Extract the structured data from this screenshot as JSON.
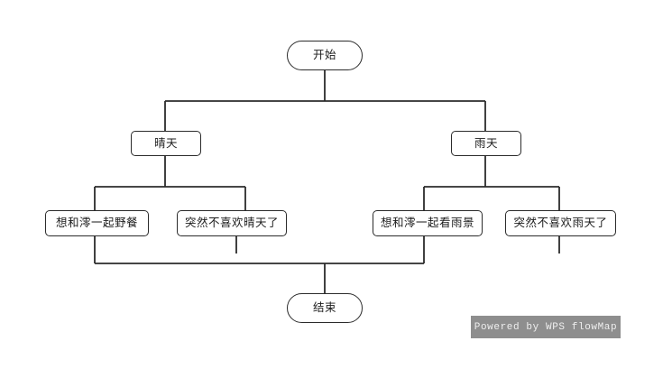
{
  "diagram": {
    "title": "flowchart",
    "line_color": "#2b2b2b",
    "node_fill": "#ffffff",
    "text_color": "#1b1b1b",
    "nodes": {
      "start": {
        "label": "开始",
        "shape": "terminal"
      },
      "sunny": {
        "label": "晴天",
        "shape": "process"
      },
      "rainy": {
        "label": "雨天",
        "shape": "process"
      },
      "sunny_picnic": {
        "label": "想和澪一起野餐",
        "shape": "process"
      },
      "sunny_dislike": {
        "label": "突然不喜欢晴天了",
        "shape": "process"
      },
      "rainy_view": {
        "label": "想和澪一起看雨景",
        "shape": "process"
      },
      "rainy_dislike": {
        "label": "突然不喜欢雨天了",
        "shape": "process"
      },
      "end": {
        "label": "结束",
        "shape": "terminal"
      }
    },
    "edges": [
      {
        "from": "start",
        "to": "sunny"
      },
      {
        "from": "start",
        "to": "rainy"
      },
      {
        "from": "sunny",
        "to": "sunny_picnic"
      },
      {
        "from": "sunny",
        "to": "sunny_dislike"
      },
      {
        "from": "rainy",
        "to": "rainy_view"
      },
      {
        "from": "rainy",
        "to": "rainy_dislike"
      },
      {
        "from": "sunny_picnic",
        "to": "end"
      },
      {
        "from": "rainy_view",
        "to": "end"
      }
    ]
  },
  "watermark": {
    "text": "Powered by WPS flowMap",
    "background": "#8e8e8e",
    "color": "#efefef"
  }
}
